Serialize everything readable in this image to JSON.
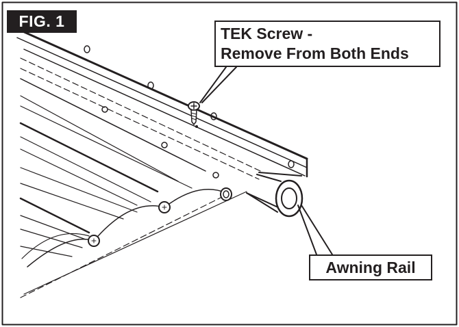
{
  "figure": {
    "label": "FIG. 1",
    "callouts": {
      "screw": {
        "line1": "TEK Screw -",
        "line2": "Remove From Both Ends"
      },
      "rail": {
        "text": "Awning Rail"
      }
    },
    "colors": {
      "ink": "#231f20",
      "background": "#ffffff"
    }
  }
}
